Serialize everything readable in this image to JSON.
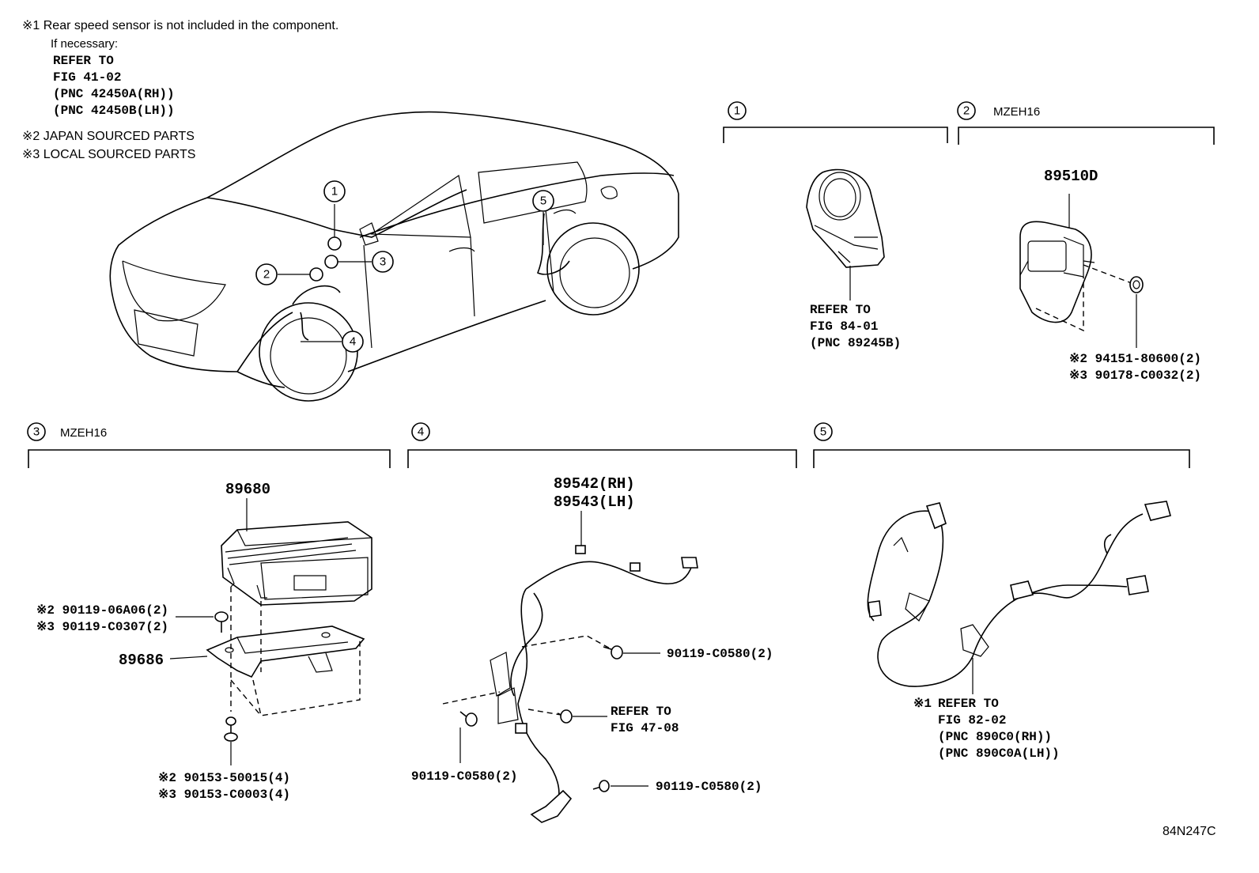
{
  "notes": {
    "note1": "※1 Rear speed sensor is not included in the component.",
    "note1_sub": "If necessary:",
    "ref_line1": "REFER TO",
    "ref_line2": "FIG 41-02",
    "ref_line3": "(PNC 42450A(RH))",
    "ref_line4": "(PNC 42450B(LH))",
    "note2": "※2 JAPAN SOURCED PARTS",
    "note3": "※3 LOCAL SOURCED PARTS"
  },
  "car_callouts": [
    "1",
    "2",
    "3",
    "4",
    "5"
  ],
  "section1": {
    "num": "1",
    "ref_lines": [
      "REFER TO",
      "FIG 84-01",
      "(PNC 89245B)"
    ]
  },
  "section2": {
    "num": "2",
    "model": "MZEH16",
    "part": "89510D",
    "fasteners": [
      "※2 94151-80600(2)",
      "※3 90178-C0032(2)"
    ]
  },
  "section3": {
    "num": "3",
    "model": "MZEH16",
    "part_main": "89680",
    "part_bracket": "89686",
    "bolts_top": [
      "※2 90119-06A06(2)",
      "※3 90119-C0307(2)"
    ],
    "bolts_bottom": [
      "※2 90153-50015(4)",
      "※3 90153-C0003(4)"
    ]
  },
  "section4": {
    "num": "4",
    "part_lines": [
      "89542(RH)",
      "89543(LH)"
    ],
    "bolt_a": "90119-C0580(2)",
    "bolt_b": "90119-C0580(2)",
    "bolt_c": "90119-C0580(2)",
    "ref_lines": [
      "REFER TO",
      "FIG 47-08"
    ]
  },
  "section5": {
    "num": "5",
    "ref_mark": "※1",
    "ref_lines": [
      "REFER TO",
      "FIG 82-02",
      "(PNC 890C0(RH))",
      "(PNC 890C0A(LH))"
    ]
  },
  "figure_code": "84N247C"
}
